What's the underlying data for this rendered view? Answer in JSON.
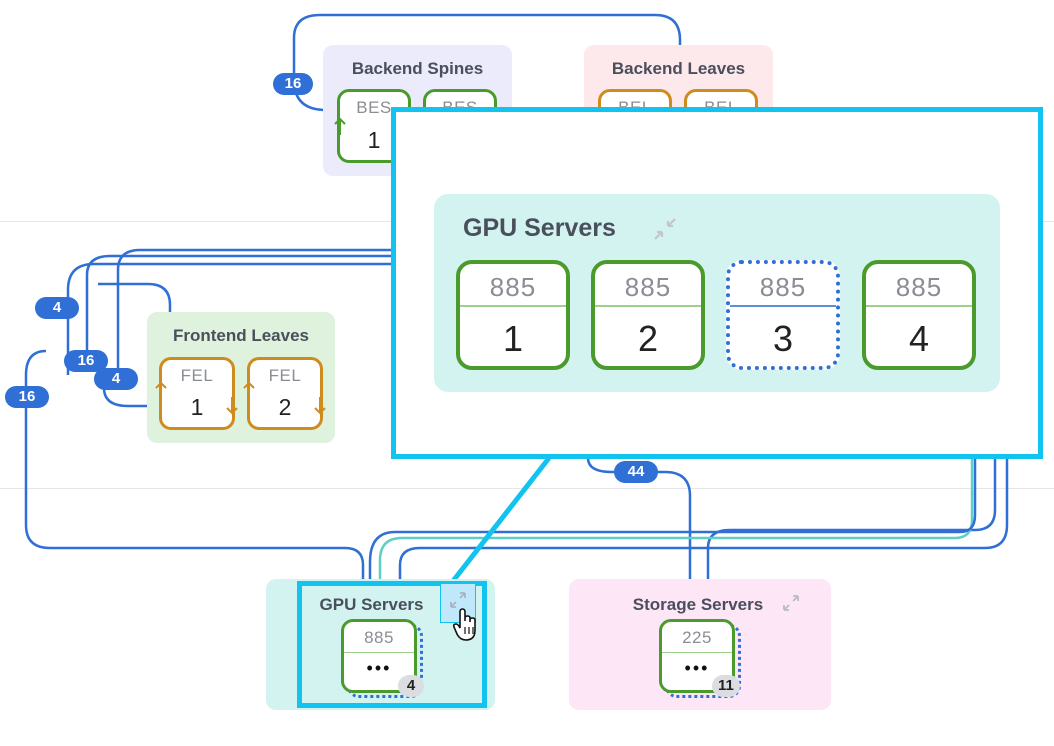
{
  "groups": {
    "backend_spines": {
      "title": "Backend Spines",
      "switches": [
        {
          "label": "BES",
          "number": "1"
        },
        {
          "label": "BES",
          "number": ""
        }
      ]
    },
    "backend_leaves": {
      "title": "Backend Leaves",
      "switches": [
        {
          "label": "BEL",
          "number": ""
        },
        {
          "label": "BEL",
          "number": ""
        }
      ]
    },
    "frontend_leaves": {
      "title": "Frontend Leaves",
      "switches": [
        {
          "label": "FEL",
          "number": "1"
        },
        {
          "label": "FEL",
          "number": "2"
        }
      ]
    },
    "gpu_servers": {
      "title": "GPU Servers",
      "label": "885",
      "ellipsis": "•••",
      "count": "4"
    },
    "storage_servers": {
      "title": "Storage Servers",
      "label": "225",
      "ellipsis": "•••",
      "count": "11"
    }
  },
  "link_badges": [
    "16",
    "4",
    "16",
    "4",
    "16",
    "44"
  ],
  "zoom_panel": {
    "title": "GPU Servers",
    "servers": [
      {
        "label": "885",
        "number": "1",
        "state": "solid"
      },
      {
        "label": "885",
        "number": "2",
        "state": "solid"
      },
      {
        "label": "885",
        "number": "3",
        "state": "dotted"
      },
      {
        "label": "885",
        "number": "4",
        "state": "solid"
      }
    ]
  },
  "colors": {
    "link": "#2f6fd6",
    "highlight": "#12c3ef",
    "switch_green": "#4a9a2c",
    "switch_orange": "#cf8c1e",
    "spines_bg": "#ebebfb",
    "leaves_bg": "#fde8ec",
    "frontend_bg": "#dff2de",
    "gpu_bg": "#d3f3f1",
    "storage_bg": "#fde6f6"
  },
  "icons": [
    "collapse-icon",
    "expand-icon",
    "pointer-hand-icon",
    "up-arrow-icon",
    "down-arrow-icon"
  ]
}
